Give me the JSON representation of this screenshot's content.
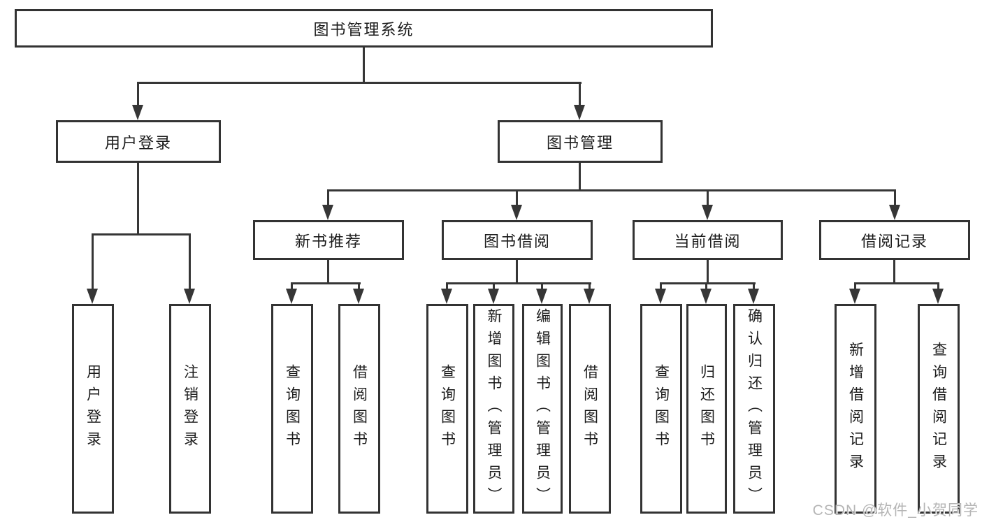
{
  "diagram_title": "图书管理系统",
  "tree": {
    "root": {
      "label": "图书管理系统"
    },
    "branches": [
      {
        "label": "用户登录",
        "leaves": [
          {
            "label": "用户登录"
          },
          {
            "label": "注销登录"
          }
        ]
      },
      {
        "label": "图书管理",
        "children": [
          {
            "label": "新书推荐",
            "leaves": [
              {
                "label": "查询图书"
              },
              {
                "label": "借阅图书"
              }
            ]
          },
          {
            "label": "图书借阅",
            "leaves": [
              {
                "label": "查询图书"
              },
              {
                "label": "新增图书（管理员）"
              },
              {
                "label": "编辑图书（管理员）"
              },
              {
                "label": "借阅图书"
              }
            ]
          },
          {
            "label": "当前借阅",
            "leaves": [
              {
                "label": "查询图书"
              },
              {
                "label": "归还图书"
              },
              {
                "label": "确认归还（管理员）"
              }
            ]
          },
          {
            "label": "借阅记录",
            "leaves": [
              {
                "label": "新增借阅记录"
              },
              {
                "label": "查询借阅记录"
              }
            ]
          }
        ]
      }
    ]
  },
  "watermark": "CSDN @软件_小贺同学",
  "colors": {
    "line": "#363636",
    "box_border": "#333333",
    "text": "#1c1c1c",
    "watermark": "#b5b5b5",
    "background": "#ffffff"
  }
}
